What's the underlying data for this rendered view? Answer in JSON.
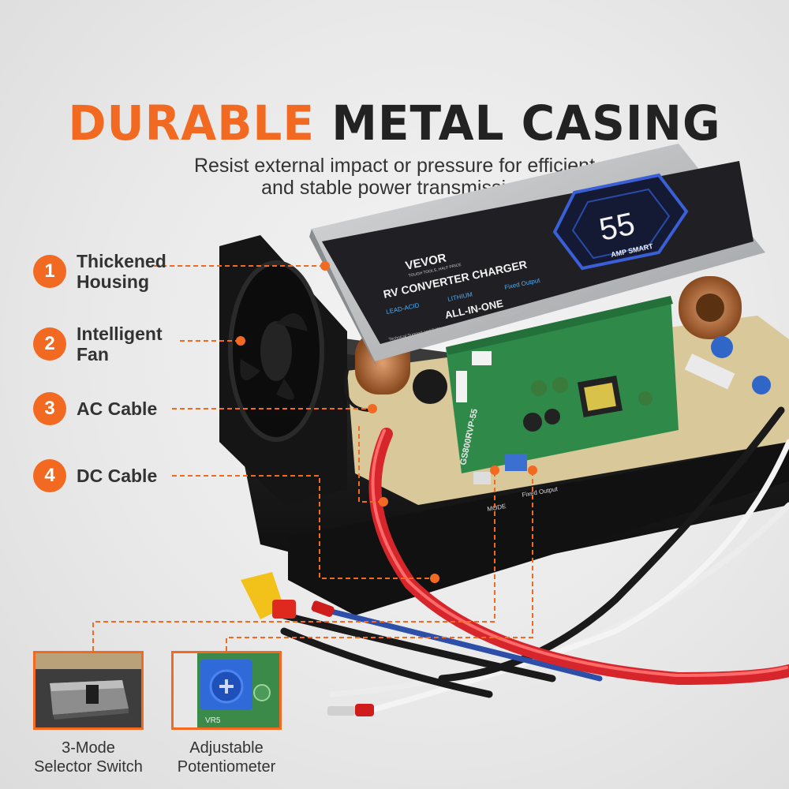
{
  "headline": {
    "accent": "DURABLE",
    "rest": "METAL CASING"
  },
  "subtitle": "Resist external impact or pressure for efficient\nand stable power transmission",
  "features": [
    {
      "num": "1",
      "label": "Thickened\nHousing"
    },
    {
      "num": "2",
      "label": "Intelligent\nFan"
    },
    {
      "num": "3",
      "label": "AC Cable"
    },
    {
      "num": "4",
      "label": "DC Cable"
    }
  ],
  "device": {
    "brand": "VEVOR",
    "tagline": "TOUGH TOOLS, HALF PRICE",
    "title": "RV CONVERTER CHARGER",
    "modes": [
      "LEAD-ACID",
      "LITHIUM",
      "Fixed Output"
    ],
    "allinone": "ALL-IN-ONE",
    "support": "Technical Support and E-Warranty Certificate www.vevor.com/support",
    "amp": "55",
    "amp_sub": "AMP SMART",
    "board_code": "GS800RVP-55",
    "switch_label": "MODE",
    "fixed_label": "Fixed Output"
  },
  "insets": [
    {
      "caption": "3-Mode\nSelector Switch"
    },
    {
      "caption": "Adjustable\nPotentiometer",
      "mark": "VR5"
    }
  ],
  "colors": {
    "accent": "#f26a21",
    "ink": "#222222",
    "panel": "#1f1f24",
    "pcb": "#2f8a4a",
    "amp_ring": "#3a5fd6"
  }
}
